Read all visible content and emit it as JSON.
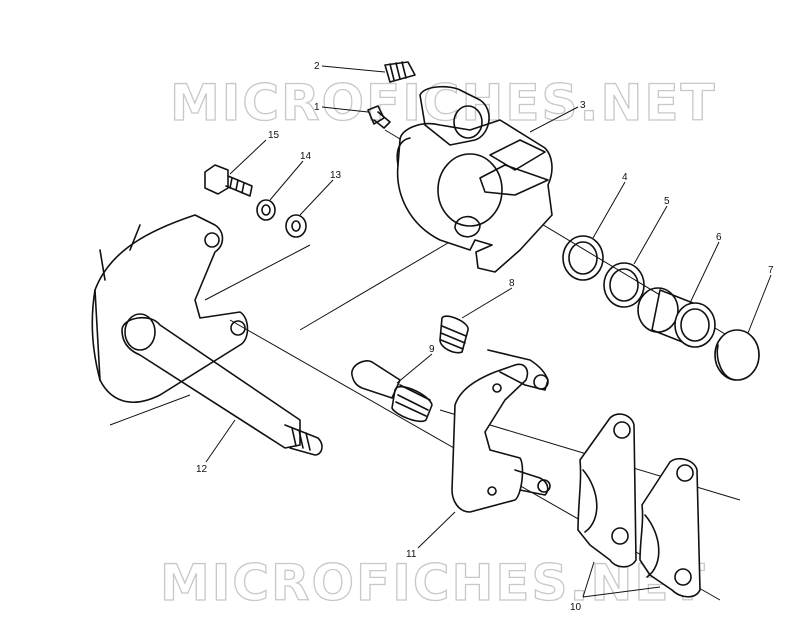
{
  "watermark": {
    "top": "MICROFICHES.NET",
    "bottom": "MICROFICHES.NET"
  },
  "callouts": {
    "c1": "1",
    "c2": "2",
    "c3": "3",
    "c4": "4",
    "c5": "5",
    "c6": "6",
    "c7": "7",
    "c8": "8",
    "c9": "9",
    "c10": "10",
    "c11": "11",
    "c12": "12",
    "c13": "13",
    "c14": "14",
    "c15": "15"
  },
  "colors": {
    "ink": "#111111",
    "watermark": "#c8c8c8",
    "background": "#ffffff"
  }
}
